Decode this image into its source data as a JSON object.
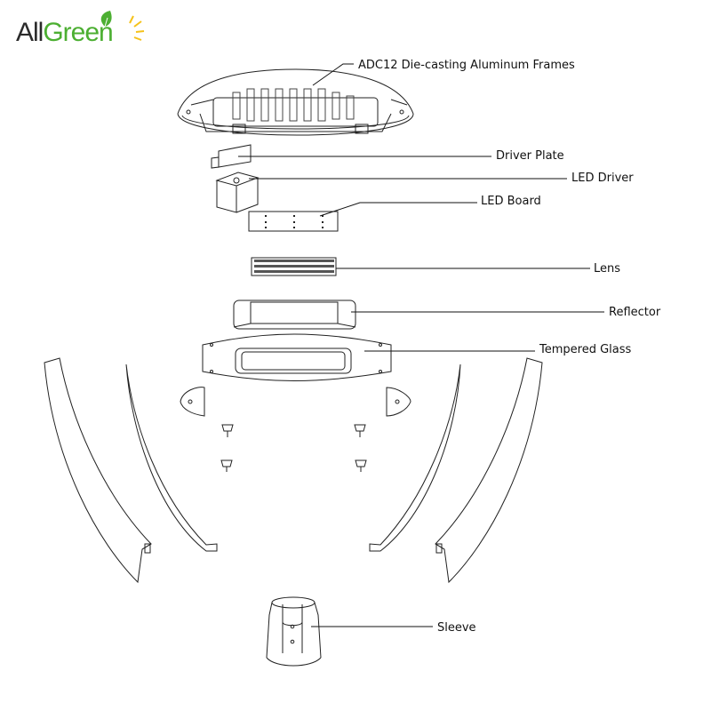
{
  "brand": {
    "part1": "All",
    "part2": "Green",
    "colors": {
      "dark": "#2b2b2b",
      "green": "#4caf32",
      "sun": "#f5c21b"
    }
  },
  "callouts": {
    "frame": "ADC12 Die-casting Aluminum Frames",
    "driver_plate": "Driver Plate",
    "led_driver": "LED Driver",
    "led_board": "LED Board",
    "lens": "Lens",
    "reflector": "Reflector",
    "tempered_glass": "Tempered Glass",
    "sleeve": "Sleeve"
  }
}
